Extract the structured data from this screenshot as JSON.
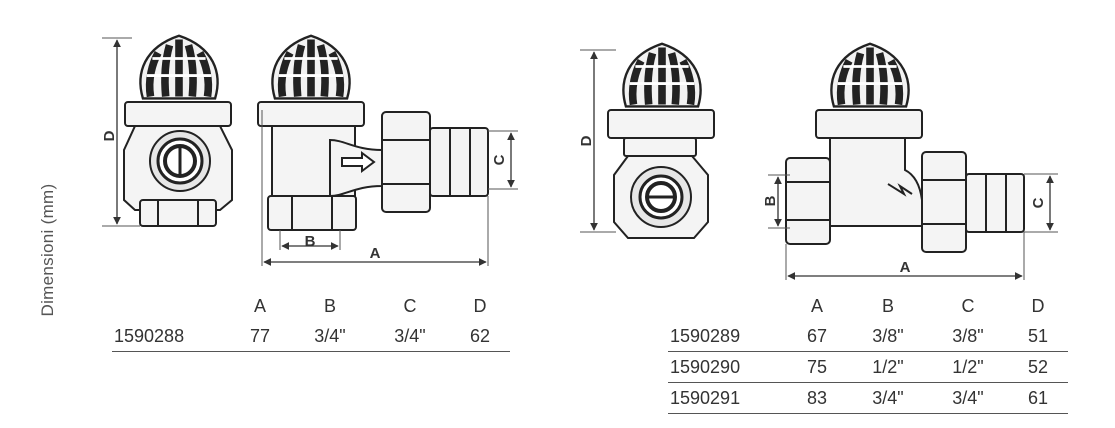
{
  "side_label": "Dimensioni (mm)",
  "drawings": {
    "left": {
      "dim_a": "A",
      "dim_b": "B",
      "dim_c": "C",
      "dim_d": "D"
    },
    "right": {
      "dim_a": "A",
      "dim_b": "B",
      "dim_c": "C",
      "dim_d": "D"
    }
  },
  "table_left": {
    "headers": [
      "",
      "A",
      "B",
      "C",
      "D"
    ],
    "rows": [
      [
        "1590288",
        "77",
        "3/4\"",
        "3/4\"",
        "62"
      ]
    ]
  },
  "table_right": {
    "headers": [
      "",
      "A",
      "B",
      "C",
      "D"
    ],
    "rows": [
      [
        "1590289",
        "67",
        "3/8\"",
        "3/8\"",
        "51"
      ],
      [
        "1590290",
        "75",
        "1/2\"",
        "1/2\"",
        "52"
      ],
      [
        "1590291",
        "83",
        "3/4\"",
        "3/4\"",
        "61"
      ]
    ]
  }
}
